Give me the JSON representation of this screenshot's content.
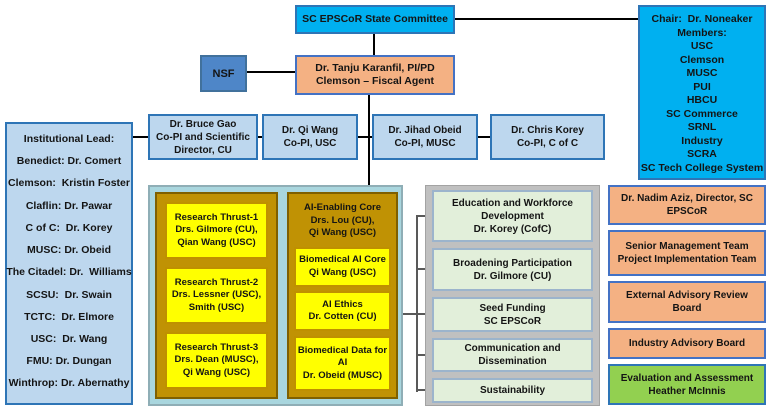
{
  "colors": {
    "cyan": "#00B0F0",
    "cyan-border": "#2E75B6",
    "mid-blue": "#4E86C8",
    "mid-blue-border": "#41719C",
    "orange": "#F4B183",
    "orange-border": "#4472C4",
    "light-blue": "#BDD7EE",
    "light-blue-border": "#2E75B6",
    "teal-panel": "#A9D6DE",
    "teal-panel-border": "#8FAEB6",
    "gold": "#C09204",
    "gold-border": "#7F6000",
    "yellow": "#FFFF00",
    "yellow-border": "#BF9000",
    "program-green": "#E2EFDA",
    "program-border": "#9CB4CC",
    "gray-panel": "#C0C0C0",
    "green": "#92D050",
    "line": "#000000",
    "bracket": "#595959"
  },
  "nodes": {
    "state_committee": "SC EPSCoR State Committee",
    "nsf": "NSF",
    "pi": "Dr. Tanju Karanfil, PI/PD\nClemson – Fiscal Agent",
    "copi": [
      "Dr. Bruce Gao\nCo-PI and Scientific\nDirector, CU",
      "Dr. Qi Wang\nCo-PI, USC",
      "Dr. Jihad Obeid\nCo-PI, MUSC",
      "Dr. Chris Korey\nCo-PI, C of C"
    ],
    "director": "Dr. Nadim Aziz, Director, SC\nEPSCoR",
    "senior_mgmt": "Senior Management Team\nProject Implementation Team",
    "external_advisory": "External Advisory Review\nBoard",
    "industry_advisory": "Industry Advisory Board",
    "evaluation": "Evaluation and Assessment\nHeather McInnis"
  },
  "institutional_leads": {
    "title": "Institutional Lead:",
    "items": [
      "Benedict: Dr. Comert",
      "Clemson:  Kristin Foster",
      "Claflin: Dr. Pawar",
      "C of C:  Dr. Korey",
      "MUSC: Dr. Obeid",
      "The Citadel: Dr.  Williams",
      "SCSU:  Dr. Swain",
      "TCTC:  Dr. Elmore",
      "USC:  Dr. Wang",
      "FMU: Dr. Dungan",
      "Winthrop: Dr. Abernathy"
    ]
  },
  "state_committee_panel": {
    "chair": "Chair:  Dr. Noneaker",
    "members_label": "Members:",
    "members": [
      "USC",
      "Clemson",
      "MUSC",
      "PUI",
      "HBCU",
      "SC Commerce",
      "SRNL",
      "Industry",
      "SCRA",
      "SC Tech College System"
    ]
  },
  "research": {
    "thrusts": [
      "Research Thrust-1\nDrs. Gilmore (CU),\nQian Wang (USC)",
      "Research Thrust-2\nDrs. Lessner (USC),\nSmith (USC)",
      "Research Thrust-3\nDrs. Dean (MUSC),\nQi Wang (USC)"
    ],
    "core_header": "AI-Enabling Core\nDrs. Lou (CU),\nQi Wang (USC)",
    "cores": [
      "Biomedical AI Core\nQi Wang (USC)",
      "AI Ethics\nDr. Cotten (CU)",
      "Biomedical Data for\nAI\nDr. Obeid (MUSC)"
    ]
  },
  "programs": [
    "Education and Workforce\nDevelopment\nDr. Korey (CofC)",
    "Broadening Participation\nDr. Gilmore (CU)",
    "Seed Funding\nSC EPSCoR",
    "Communication and\nDissemination",
    "Sustainability"
  ]
}
